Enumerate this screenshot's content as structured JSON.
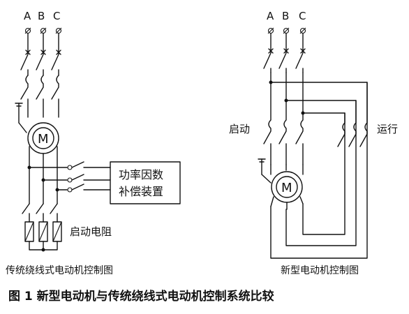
{
  "left_circuit": {
    "phase_labels": [
      "A",
      "B",
      "C"
    ],
    "motor_label": "M",
    "device_line1": "功率因数",
    "device_line2": "补偿装置",
    "resistor_label": "启动电阻",
    "caption": "传统绕线式电动机控制图"
  },
  "right_circuit": {
    "phase_labels": [
      "A",
      "B",
      "C"
    ],
    "motor_label": "M",
    "start_label": "启动",
    "run_label": "运行",
    "caption": "新型电动机控制图"
  },
  "figure_caption": "图 1   新型电动机与传统绕线式电动机控制系统比较",
  "ground_symbol": "ground-icon"
}
